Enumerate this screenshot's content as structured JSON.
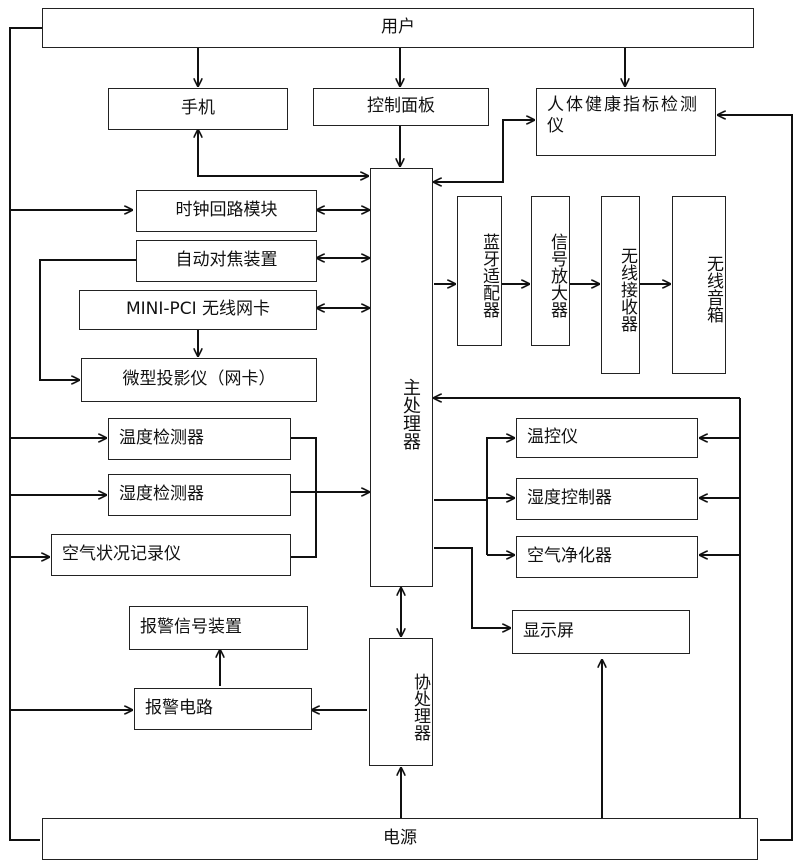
{
  "nodes": {
    "user": "用户",
    "phone": "手机",
    "control_panel": "控制面板",
    "health_detector": "人体健康指标检测仪",
    "clock_module": "时钟回路模块",
    "autofocus": "自动对焦装置",
    "wireless_card": "MINI-PCI 无线网卡",
    "projector": "微型投影仪（网卡）",
    "temp_detector": "温度检测器",
    "humidity_detector": "湿度检测器",
    "air_recorder": "空气状况记录仪",
    "alarm_signal": "报警信号装置",
    "alarm_circuit": "报警电路",
    "main_cpu": "主处理器",
    "coprocessor": "协处理器",
    "bt_adapter": "蓝牙适配器",
    "signal_amp": "信号放大器",
    "wireless_receiver": "无线接收器",
    "wireless_speaker": "无线音箱",
    "thermostat": "温控仪",
    "humidity_controller": "湿度控制器",
    "air_purifier": "空气净化器",
    "display": "显示屏",
    "power": "电源"
  }
}
